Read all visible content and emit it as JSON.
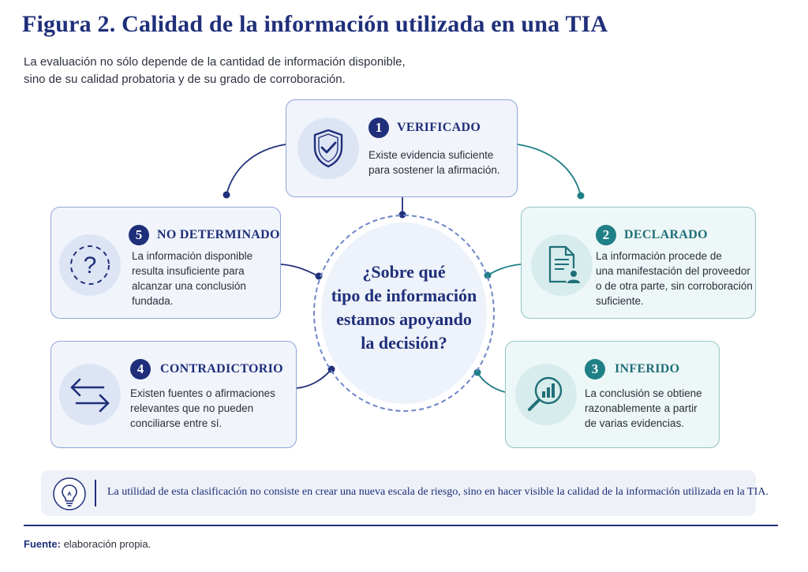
{
  "figure": {
    "title": "Figura 2. Calidad de la información utilizada en una TIA",
    "subtitle_line1": "La evaluación no sólo depende de la cantidad de información disponible,",
    "subtitle_line2": "sino de su calidad probatoria y de su grado de corroboración."
  },
  "center": {
    "line1": "¿Sobre qué",
    "line2": "tipo de información",
    "line3": "estamos apoyando",
    "line4": "la decisión?"
  },
  "categories": [
    {
      "number": "1",
      "title": "VERIFICADO",
      "icon": "shield-check-icon",
      "color": "#1f2f7a",
      "desc": [
        "Existe evidencia suficiente",
        "para sostener la afirmación."
      ]
    },
    {
      "number": "2",
      "title": "DECLARADO",
      "icon": "document-person-icon",
      "color": "#1f7f86",
      "desc": [
        "La información procede de",
        "una manifestación del proveedor",
        "o de otra parte, sin corroboración",
        "suficiente."
      ]
    },
    {
      "number": "3",
      "title": "INFERIDO",
      "icon": "magnifier-chart-icon",
      "color": "#1f7f86",
      "desc": [
        "La conclusión se obtiene",
        "razonablemente a partir",
        "de varias evidencias."
      ]
    },
    {
      "number": "4",
      "title": "CONTRADICTORIO",
      "icon": "opposing-arrows-icon",
      "color": "#1f2f7a",
      "desc": [
        "Existen fuentes o afirmaciones",
        "relevantes que no pueden",
        "conciliarse entre sí."
      ]
    },
    {
      "number": "5",
      "title": "NO DETERMINADO",
      "icon": "question-mark-icon",
      "color": "#1f2f7a",
      "desc": [
        "La información disponible",
        "resulta insuficiente para",
        "alcanzar una conclusión",
        "fundada."
      ]
    }
  ],
  "note": {
    "icon": "lightbulb-icon",
    "text": "La utilidad de esta clasificación no consiste en crear una nueva escala de riesgo, sino en hacer visible la calidad de la información utilizada en la TIA."
  },
  "source": {
    "label": "Fuente:",
    "text": "elaboración propia."
  }
}
